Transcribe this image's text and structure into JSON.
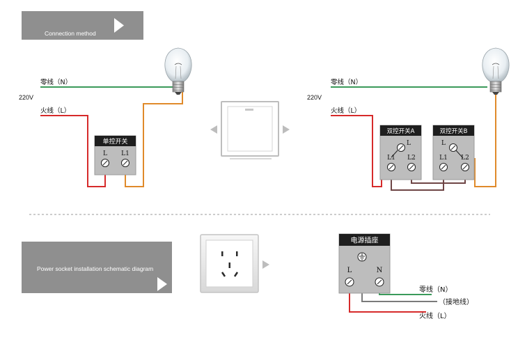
{
  "header_top": {
    "label": "Connection method"
  },
  "header_bottom": {
    "label": "Power socket installation schematic diagram"
  },
  "single_control": {
    "neutral_label": "零线（N）",
    "voltage_label": "220V",
    "live_label": "火线（L）",
    "switch_title": "单控开关",
    "terminal_L": "L",
    "terminal_L1": "L1"
  },
  "double_control": {
    "neutral_label": "零线（N）",
    "voltage_label": "220V",
    "live_label": "火线（L）",
    "switch_a_title": "双控开关A",
    "switch_b_title": "双控开关B",
    "terminal_L": "L",
    "terminal_L1": "L1",
    "terminal_L2": "L2"
  },
  "socket": {
    "title": "电源插座",
    "terminal_L": "L",
    "terminal_N": "N",
    "neutral_label": "零线（N）",
    "ground_label": "（接地线）",
    "live_label": "火线（L）"
  },
  "colors": {
    "neutral_wire": "#3a9a5a",
    "live_wire": "#d62a2a",
    "load_wire": "#e08a2a",
    "traveler_wire": "#6e4545",
    "ground_wire": "#7a7a7a",
    "header_bg": "#8f8f8f",
    "switch_box": "#bdbdbd",
    "title_bg": "#1e1e1e"
  }
}
